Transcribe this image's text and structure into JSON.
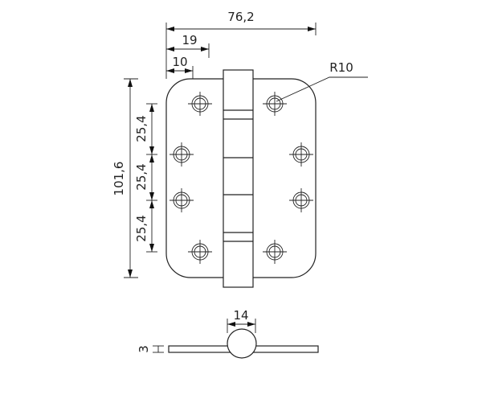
{
  "drawing": {
    "dimensions": {
      "overall_width": "76,2",
      "knuckle_offset": "19",
      "hole_offset": "10",
      "corner_radius": "R10",
      "overall_height": "101,6",
      "hole_spacing_1": "25,4",
      "hole_spacing_2": "25,4",
      "hole_spacing_3": "25,4",
      "knuckle_diameter": "14",
      "leaf_thickness": "3"
    }
  }
}
